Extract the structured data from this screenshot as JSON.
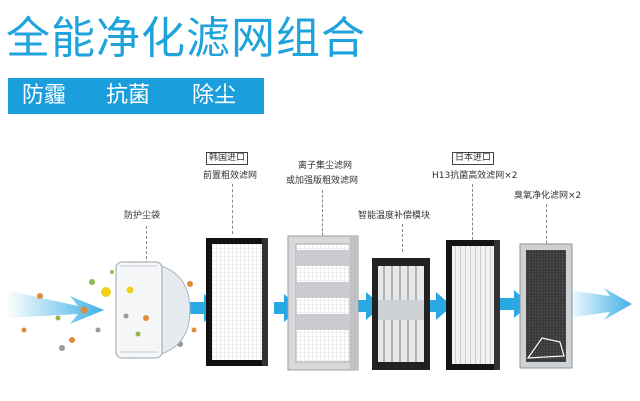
{
  "title": "全能净化滤网组合",
  "banner": {
    "items": [
      "防霾",
      "抗菌",
      "除尘"
    ]
  },
  "stages": [
    {
      "origin": "",
      "lines": [
        "防护尘袋"
      ]
    },
    {
      "origin": "韩国进口",
      "lines": [
        "前置粗效滤网"
      ]
    },
    {
      "origin": "",
      "lines": [
        "离子集尘滤网",
        "或加强版粗效滤网"
      ]
    },
    {
      "origin": "",
      "lines": [
        "智能温度补偿模块"
      ]
    },
    {
      "origin": "日本进口",
      "lines": [
        "H13抗菌高效滤网×2"
      ]
    },
    {
      "origin": "",
      "lines": [
        "臭氧净化滤网×2"
      ]
    }
  ],
  "colors": {
    "accent": "#1ea3dc",
    "banner": "#1b9fdc",
    "arrow": "#2aa8e4"
  }
}
